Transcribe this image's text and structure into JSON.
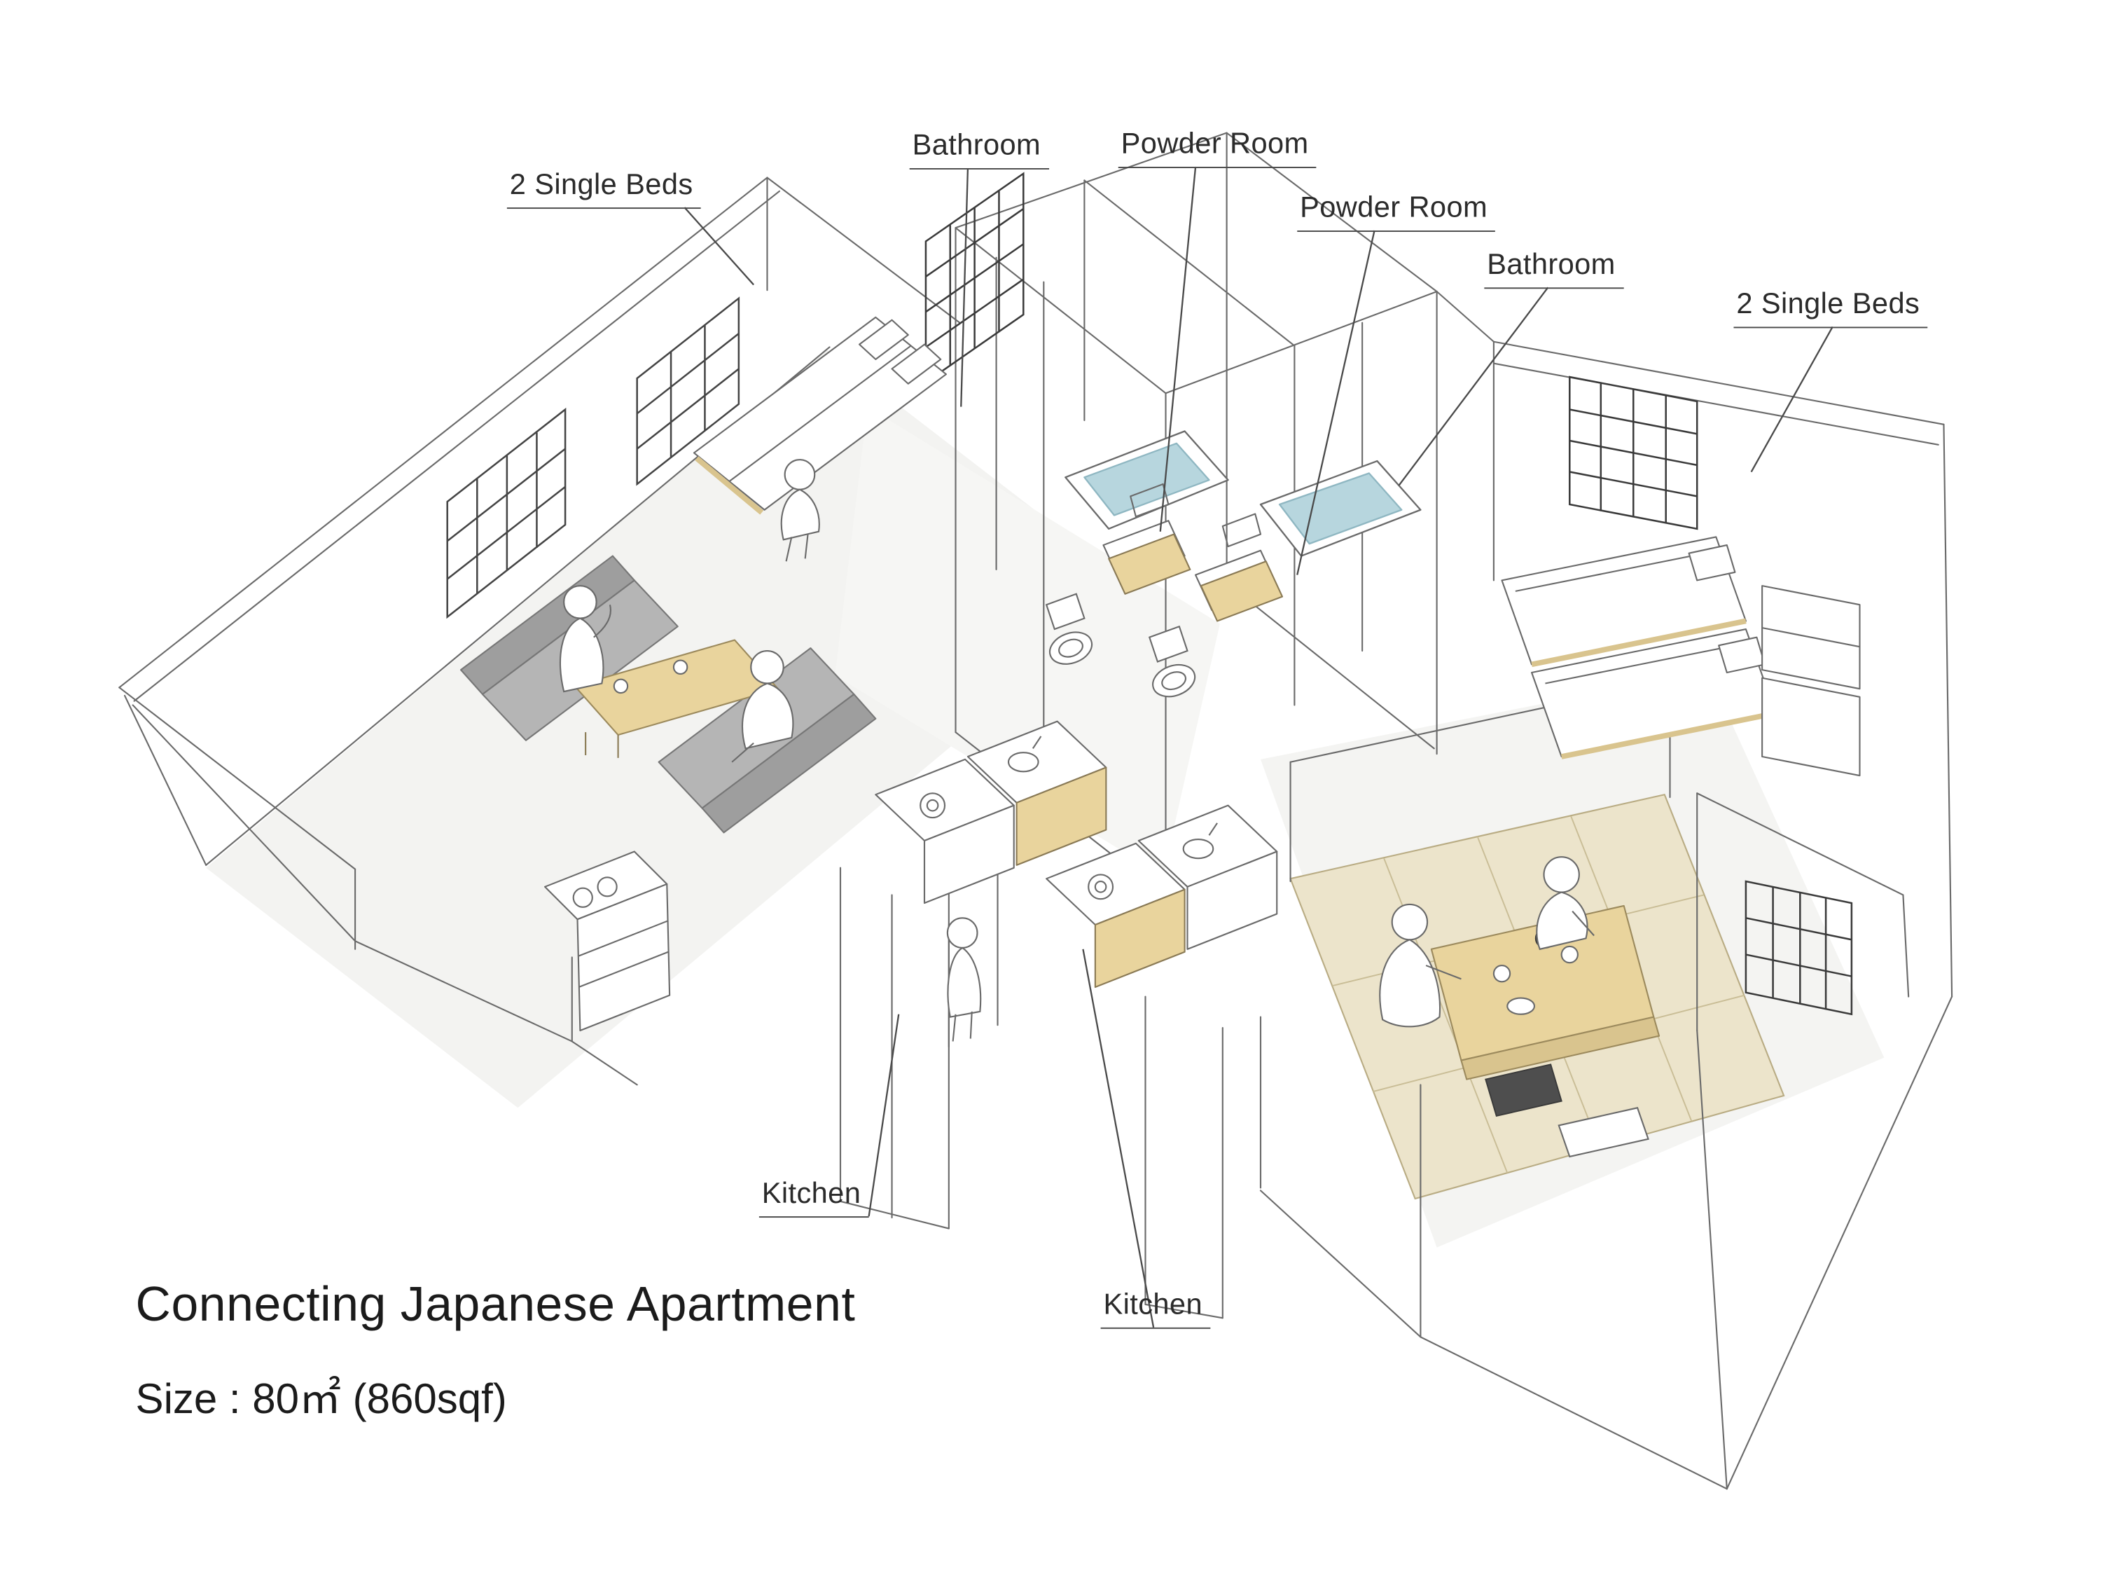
{
  "diagram": {
    "title": "Connecting Japanese Apartment",
    "size": "Size : 80㎡ (860sqf)",
    "room_labels": {
      "single_beds_left": "2 Single Beds",
      "bathroom_left": "Bathroom",
      "powder_room_left": "Powder Room",
      "powder_room_right": "Powder Room",
      "bathroom_right": "Bathroom",
      "single_beds_right": "2 Single Beds",
      "kitchen_left": "Kitchen",
      "kitchen_right": "Kitchen"
    },
    "colors": {
      "line": "#6a6a6a",
      "wood": "#e9d49d",
      "wood_dark": "#d9c48e",
      "sofa": "#b5b5b5",
      "sofa_back": "#9e9e9e",
      "bath_water": "#b7d6de",
      "tatami": "#ece4cb",
      "background": "#ffffff"
    }
  }
}
